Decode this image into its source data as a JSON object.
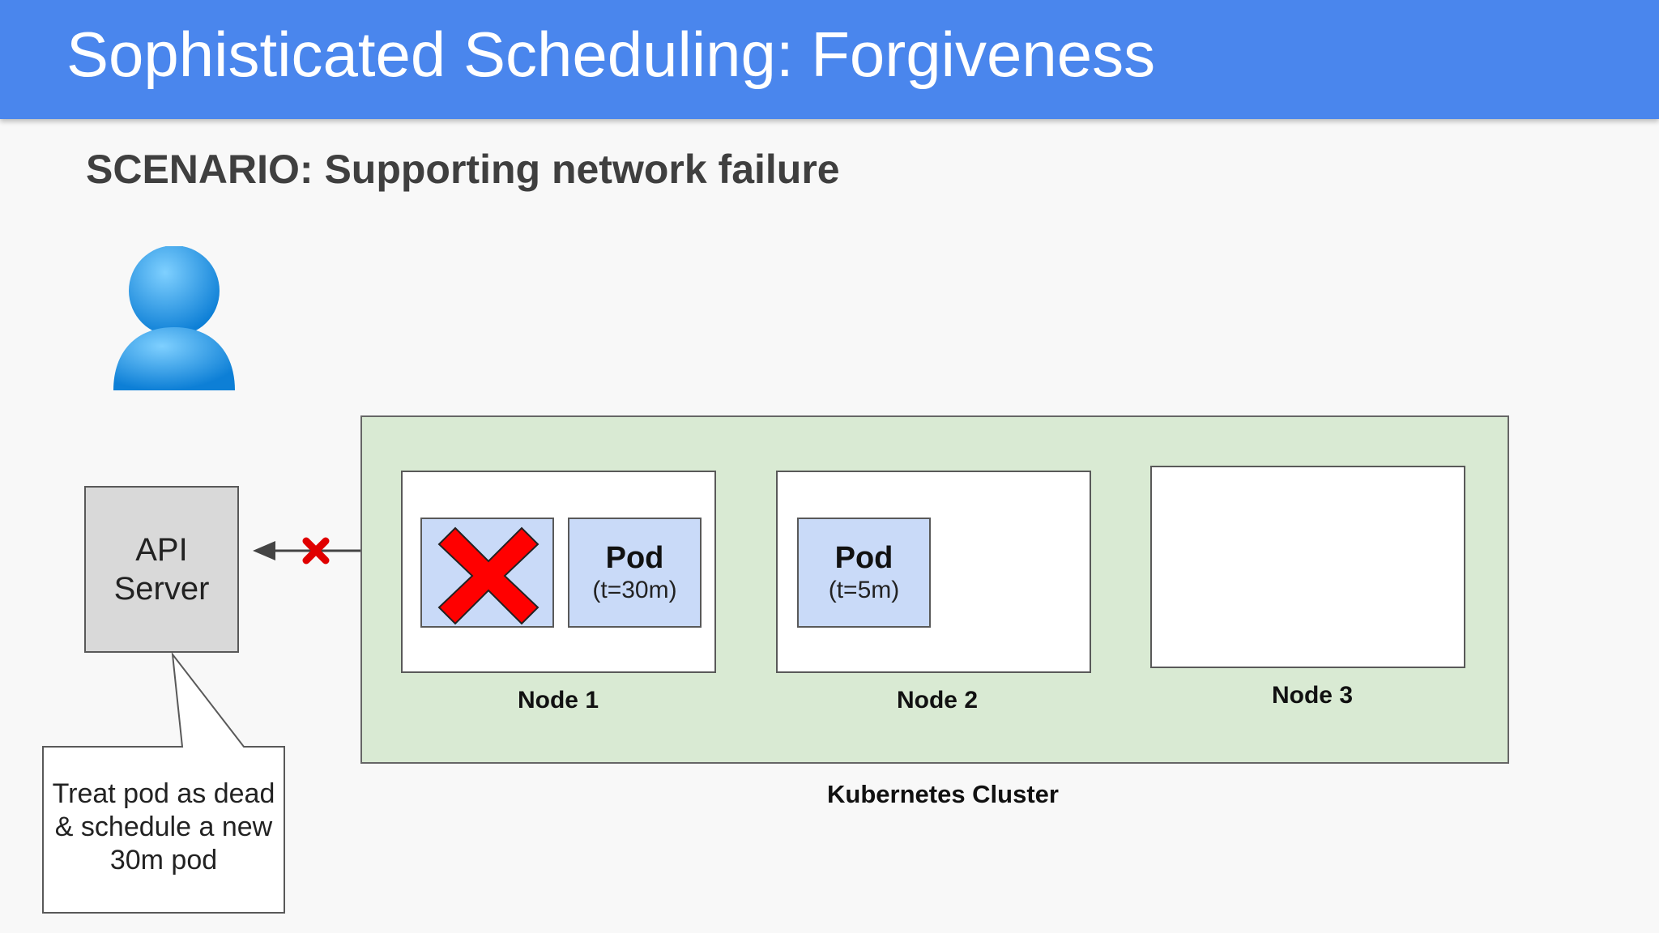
{
  "slide": {
    "title": "Sophisticated Scheduling: Forgiveness",
    "subtitle": "SCENARIO: Supporting network failure"
  },
  "user": {
    "icon": "user-icon"
  },
  "api_server": {
    "label": "API Server"
  },
  "connection": {
    "status_icon": "x-mark-icon"
  },
  "callout": {
    "text": "Treat pod as dead & schedule a new 30m pod"
  },
  "cluster": {
    "label": "Kubernetes Cluster",
    "nodes": [
      {
        "label": "Node 1",
        "pods": [
          {
            "title": "",
            "time": "",
            "failed": true
          },
          {
            "title": "Pod",
            "time": "(t=30m)"
          }
        ]
      },
      {
        "label": "Node 2",
        "pods": [
          {
            "title": "Pod",
            "time": "(t=5m)"
          }
        ]
      },
      {
        "label": "Node 3",
        "pods": []
      }
    ]
  },
  "colors": {
    "header": "#4a86ed",
    "cluster_fill": "#d9ead3",
    "pod_fill": "#c9daf8",
    "api_fill": "#d9d9d9",
    "failure_red": "#ff0000"
  }
}
